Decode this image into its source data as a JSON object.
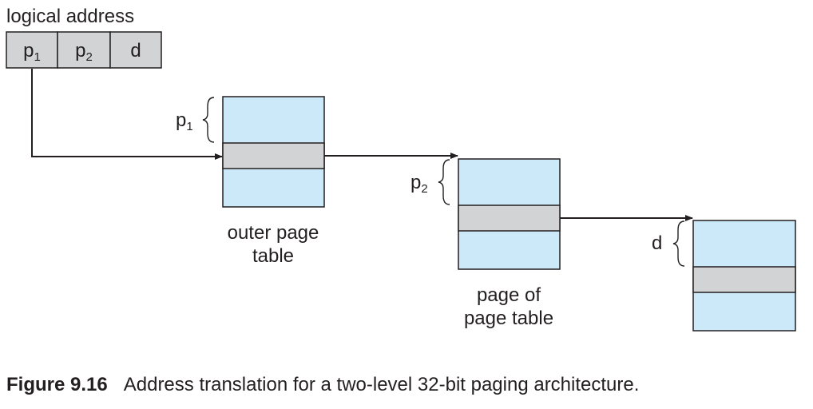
{
  "logical_address": {
    "label": "logical address",
    "fields": [
      {
        "symbol": "p",
        "subscript": "1"
      },
      {
        "symbol": "p",
        "subscript": "2"
      },
      {
        "symbol": "d",
        "subscript": ""
      }
    ]
  },
  "tables": [
    {
      "index_symbol": "p",
      "index_subscript": "1",
      "label_lines": [
        "outer page",
        "table"
      ]
    },
    {
      "index_symbol": "p",
      "index_subscript": "2",
      "label_lines": [
        "page of",
        "page table"
      ]
    },
    {
      "index_symbol": "d",
      "index_subscript": "",
      "label_lines": []
    }
  ],
  "caption": {
    "number": "Figure 9.16",
    "text": "Address translation for a two-level 32-bit paging architecture."
  },
  "colors": {
    "table_fill": "#cce9f9",
    "entry_fill": "#d1d3d4",
    "address_fill": "#d1d3d4",
    "stroke": "#231f20"
  }
}
